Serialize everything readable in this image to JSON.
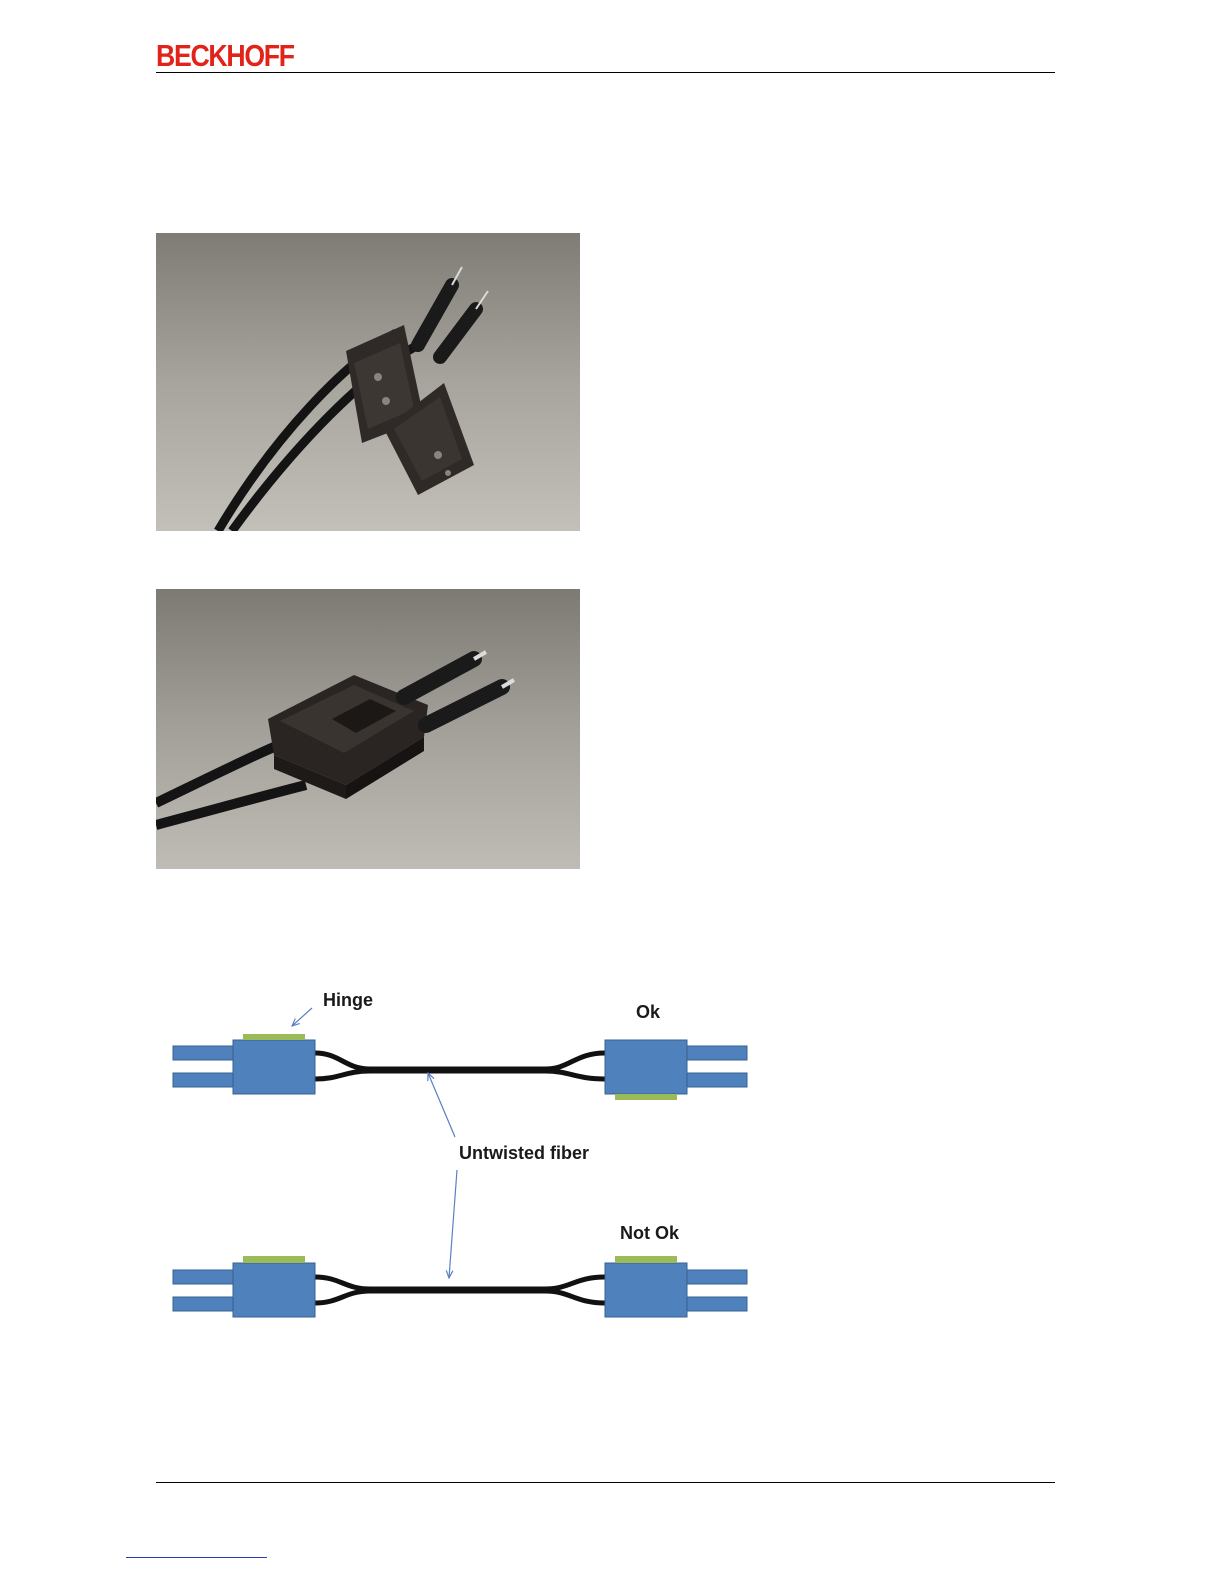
{
  "header": {
    "logo_text": "BECKHOFF",
    "brand_color": "#e2231a"
  },
  "photos": [
    {
      "name": "connector-open-photo",
      "description_icon": "fiber-connector-open"
    },
    {
      "name": "connector-closed-photo",
      "description_icon": "fiber-connector-closed"
    }
  ],
  "diagram": {
    "labels": {
      "hinge": "Hinge",
      "ok": "Ok",
      "untwisted": "Untwisted fiber",
      "not_ok": "Not Ok"
    },
    "colors": {
      "connector": "#4f81bd",
      "hinge": "#9bbb59",
      "fiber": "#111111",
      "arrow": "#5b7fc4"
    }
  }
}
